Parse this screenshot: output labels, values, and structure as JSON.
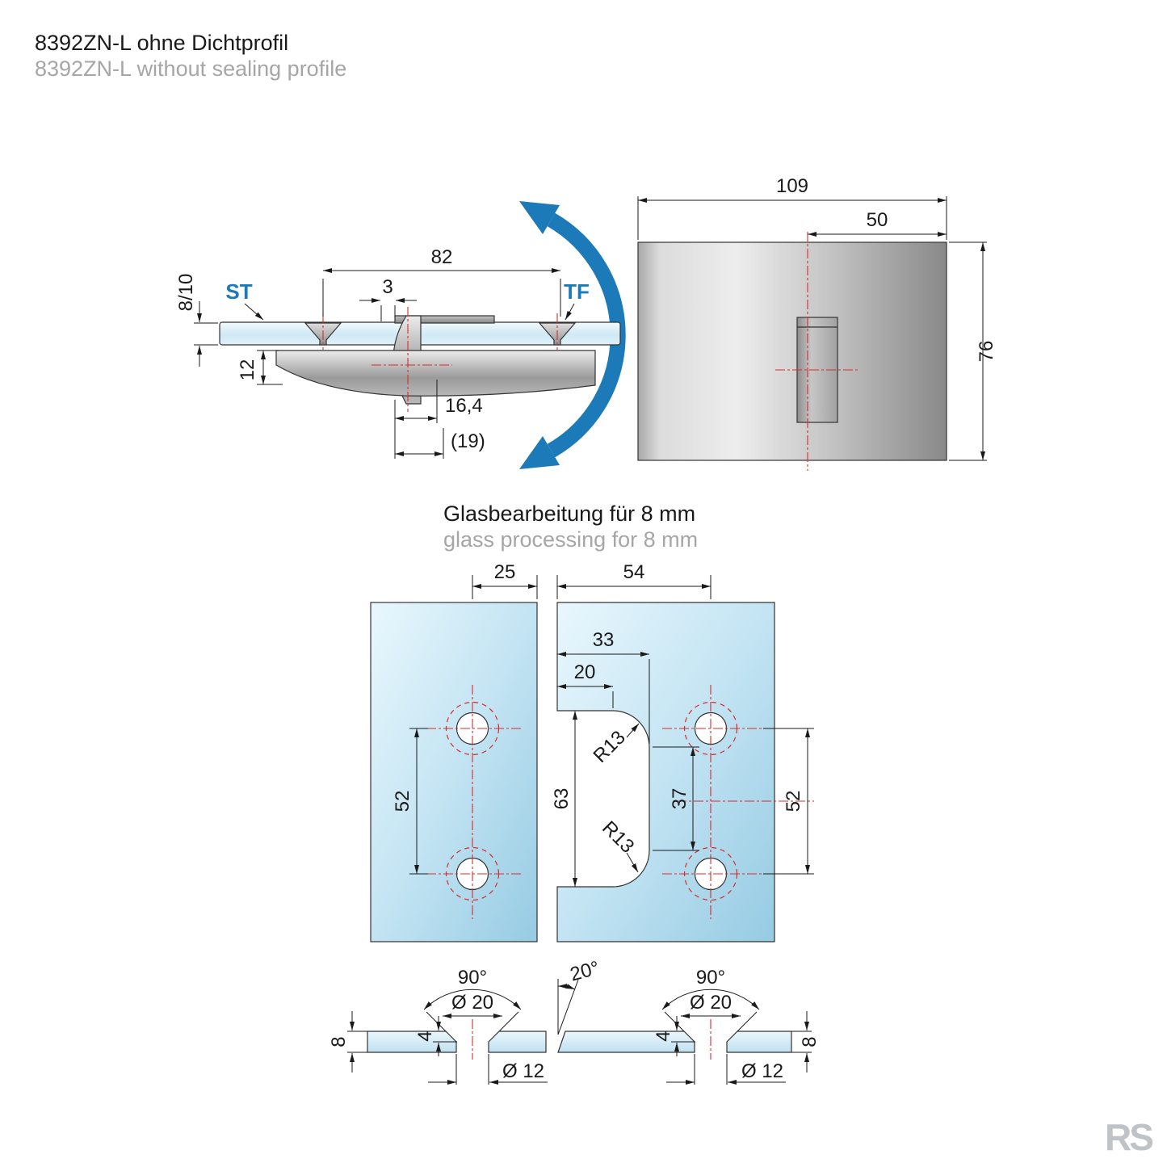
{
  "header": {
    "title_de": "8392ZN-L ohne Dichtprofil",
    "title_en": "8392ZN-L without sealing profile"
  },
  "side_view": {
    "dim_width_82": "82",
    "dim_offset_3": "3",
    "label_st": "ST",
    "label_tf": "TF",
    "dim_glass_8_10": "8/10",
    "dim_plate_12": "12",
    "dim_pivot_16_4": "16,4",
    "dim_pivot_19": "(19)"
  },
  "front_view": {
    "dim_width_109": "109",
    "dim_center_50": "50",
    "dim_height_76": "76"
  },
  "glass_processing": {
    "title_de": "Glasbearbeitung für 8 mm",
    "title_en": "glass processing for 8 mm",
    "dim_25": "25",
    "dim_54": "54",
    "dim_33": "33",
    "dim_20": "20",
    "dim_52_left": "52",
    "dim_63": "63",
    "dim_37": "37",
    "dim_52_right": "52",
    "radius_top": "R13",
    "radius_bottom": "R13"
  },
  "cross_section": {
    "angle_left": "90°",
    "angle_middle": "20°",
    "angle_right": "90°",
    "dia_counter_left": "Ø 20",
    "dia_counter_right": "Ø 20",
    "depth_left": "4",
    "depth_right": "4",
    "thickness_left": "8",
    "thickness_right": "8",
    "dia_hole_left": "Ø 12",
    "dia_hole_right": "Ø 12"
  },
  "logo": {
    "text": "RS"
  },
  "colors": {
    "accent_blue": "#1d7ab8",
    "centerline_red": "#d92b2b",
    "glass_blue": "#bfe2f2",
    "muted_text": "#a6a6a6",
    "text": "#1a1a1a"
  }
}
